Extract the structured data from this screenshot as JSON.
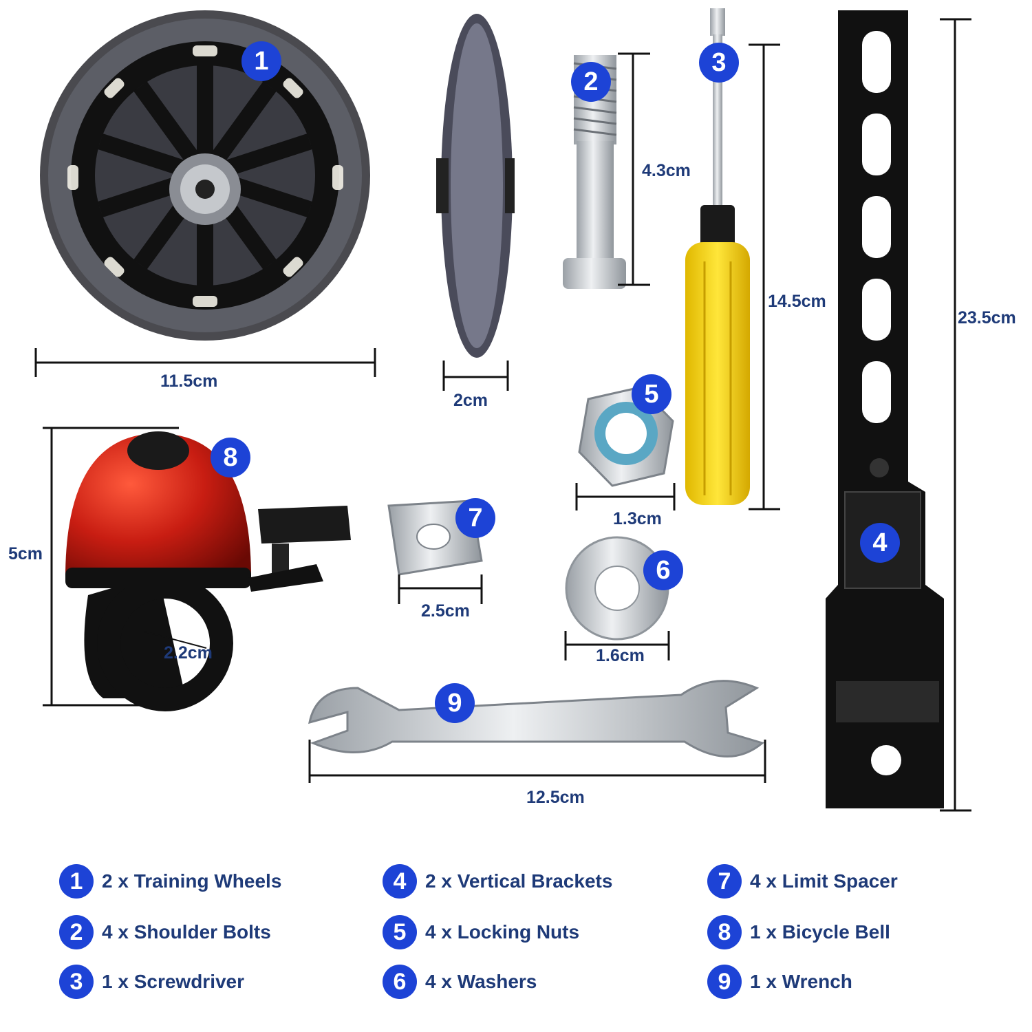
{
  "colors": {
    "badge": "#1d43d6",
    "label_text": "#1e3a78",
    "bell_red": "#b81a10",
    "screwdriver_yellow": "#f5d21a",
    "bracket_black": "#111111",
    "metal": "#c8ccd0"
  },
  "dimensions": {
    "wheel_diameter": "11.5cm",
    "wheel_width": "2cm",
    "bolt_length": "4.3cm",
    "screwdriver_length": "14.5cm",
    "bracket_length": "23.5cm",
    "nut_size": "1.3cm",
    "washer_size": "1.6cm",
    "spacer_size": "2.5cm",
    "bell_height": "5cm",
    "bell_clamp": "2.2cm",
    "wrench_length": "12.5cm"
  },
  "badges": {
    "wheel": "1",
    "bolt": "2",
    "screwdriver": "3",
    "bracket": "4",
    "nut": "5",
    "washer": "6",
    "spacer": "7",
    "bell": "8",
    "wrench": "9"
  },
  "legend": [
    {
      "num": "1",
      "text": "2 x Training Wheels"
    },
    {
      "num": "2",
      "text": "4 x Shoulder Bolts"
    },
    {
      "num": "3",
      "text": "1 x Screwdriver"
    },
    {
      "num": "4",
      "text": "2 x Vertical Brackets"
    },
    {
      "num": "5",
      "text": "4 x Locking Nuts"
    },
    {
      "num": "6",
      "text": "4 x Washers"
    },
    {
      "num": "7",
      "text": "4 x Limit Spacer"
    },
    {
      "num": "8",
      "text": "1 x Bicycle Bell"
    },
    {
      "num": "9",
      "text": "1 x Wrench"
    }
  ]
}
